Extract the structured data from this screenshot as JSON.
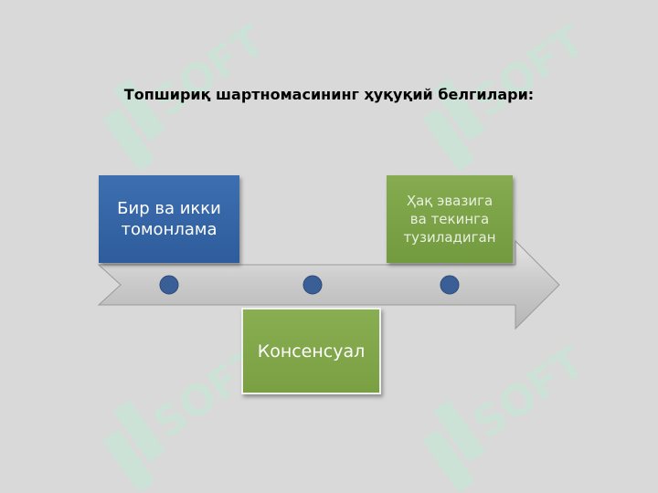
{
  "title": "Топшириқ шартномасининг ҳуқуқий белгилари:",
  "watermark": {
    "text": "SOFT",
    "color": "#bfe8d2"
  },
  "colors": {
    "background": "#d9d9d9",
    "blue_box": "#3a6aa8",
    "green_box": "#7fa548",
    "dot": "#3a5f96",
    "arrow": "#c8c8c8"
  },
  "boxes": [
    {
      "id": "blue",
      "label": "Бир ва икки\nтомонлама"
    },
    {
      "id": "green-bottom",
      "label": "Консенсуал"
    },
    {
      "id": "green-top",
      "label": "Ҳақ эвазига\nва текинга\nтузиладиган"
    }
  ]
}
